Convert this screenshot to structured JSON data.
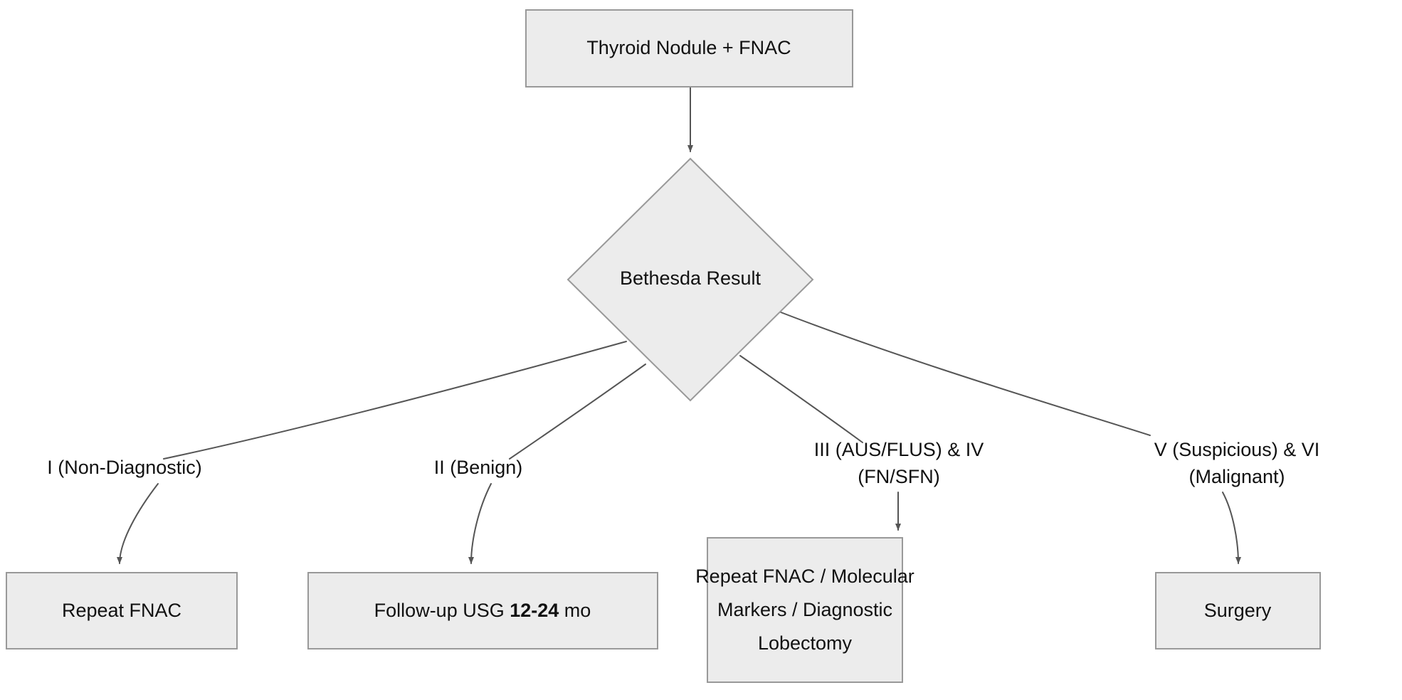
{
  "diagram": {
    "title": "Thyroid Nodule FNAC Bethesda Management Flowchart",
    "type": "flowchart",
    "colors": {
      "node_fill": "#ececec",
      "node_stroke": "#999999",
      "edge_stroke": "#555555",
      "text": "#111111",
      "background": "#ffffff"
    },
    "nodes": {
      "start": {
        "id": "start",
        "shape": "rect",
        "label": "Thyroid Nodule + FNAC"
      },
      "decision": {
        "id": "decision",
        "shape": "diamond",
        "label": "Bethesda Result"
      },
      "outcome1": {
        "id": "outcome1",
        "shape": "rect",
        "label": "Repeat FNAC"
      },
      "outcome2": {
        "id": "outcome2",
        "shape": "rect",
        "label_prefix": "Follow-up USG ",
        "label_bold": "12-24",
        "label_suffix": " mo",
        "label_full": "Follow-up USG 12-24 mo"
      },
      "outcome3": {
        "id": "outcome3",
        "shape": "rect",
        "label_line1": "Repeat FNAC / Molecular",
        "label_line2": "Markers / Diagnostic",
        "label_line3": "Lobectomy",
        "label_full": "Repeat FNAC / Molecular Markers / Diagnostic Lobectomy"
      },
      "outcome4": {
        "id": "outcome4",
        "shape": "rect",
        "label": "Surgery"
      }
    },
    "edges": [
      {
        "from": "start",
        "to": "decision",
        "label": ""
      },
      {
        "from": "decision",
        "to": "outcome1",
        "label": "I (Non-Diagnostic)",
        "label_line1": "I (Non-Diagnostic)",
        "label_line2": ""
      },
      {
        "from": "decision",
        "to": "outcome2",
        "label": "II (Benign)",
        "label_line1": "II (Benign)",
        "label_line2": ""
      },
      {
        "from": "decision",
        "to": "outcome3",
        "label": "III (AUS/FLUS) & IV (FN/SFN)",
        "label_line1": "III (AUS/FLUS) & IV",
        "label_line2": "(FN/SFN)"
      },
      {
        "from": "decision",
        "to": "outcome4",
        "label": "V (Suspicious) & VI (Malignant)",
        "label_line1": "V (Suspicious) & VI",
        "label_line2": "(Malignant)"
      }
    ]
  }
}
